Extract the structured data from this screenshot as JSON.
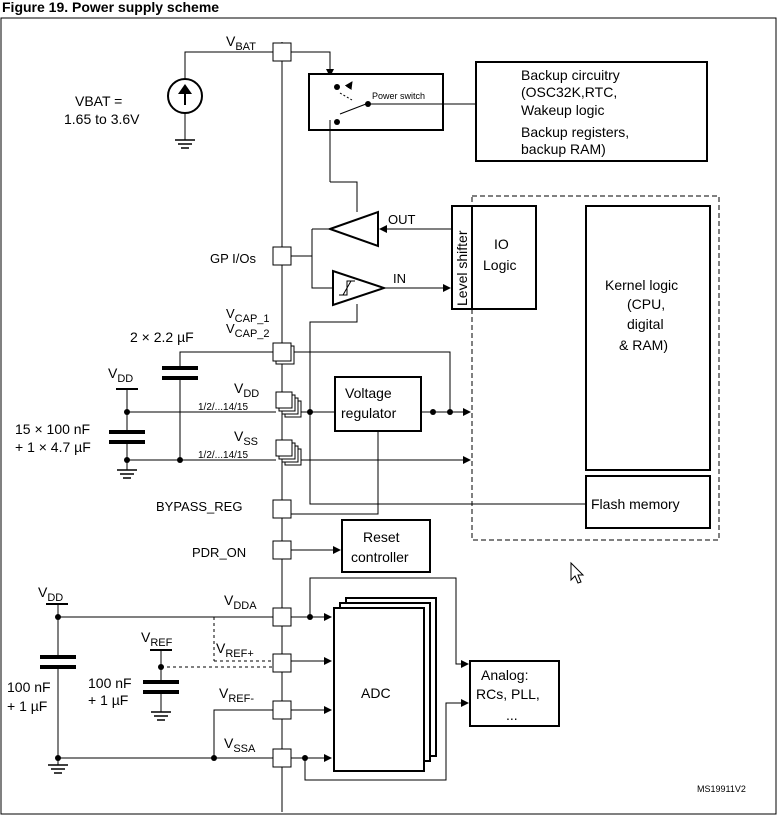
{
  "title": "Figure 19.   Power supply scheme",
  "vbat_pin": {
    "main": "V",
    "sub": "BAT"
  },
  "vbat_range": {
    "line1": "VBAT =",
    "line2": "1.65 to 3.6V"
  },
  "power_switch": "Power switch",
  "backup": {
    "l1": "Backup circuitry",
    "l2": "(OSC32K,RTC,",
    "l3": "Wakeup logic",
    "l4": "Backup registers,",
    "l5": "backup RAM)"
  },
  "out_label": "OUT",
  "in_label": "IN",
  "gp_ios": "GP I/Os",
  "level_shifter": "Level shifter",
  "io_logic": {
    "l1": "IO",
    "l2": "Logic"
  },
  "kernel": {
    "l1": "Kernel logic",
    "l2": "(CPU,",
    "l3": "digital",
    "l4": "& RAM)"
  },
  "vcap1": {
    "main": "V",
    "sub": "CAP_1"
  },
  "vcap2": {
    "main": "V",
    "sub": "CAP_2"
  },
  "cap_2x22": "2 × 2.2 µF",
  "vdd_left": {
    "main": "V",
    "sub": "DD"
  },
  "vdd_pin": {
    "main": "V",
    "sub": "DD"
  },
  "vdd_range": "1/2/...14/15",
  "vss_pin": {
    "main": "V",
    "sub": "SS"
  },
  "vss_range": "1/2/...14/15",
  "decap": {
    "l1": "15 × 100 nF",
    "l2": "+ 1 × 4.7 µF"
  },
  "voltage_regulator": {
    "l1": "Voltage",
    "l2": "regulator"
  },
  "bypass_reg": "BYPASS_REG",
  "flash_memory": "Flash memory",
  "pdr_on": "PDR_ON",
  "reset_controller": {
    "l1": "Reset",
    "l2": "controller"
  },
  "vdd_bottom": {
    "main": "V",
    "sub": "DD"
  },
  "vdda": {
    "main": "V",
    "sub": "DDA"
  },
  "vref": {
    "main": "V",
    "sub": "REF"
  },
  "vref_plus": {
    "main": "V",
    "sub": "REF+"
  },
  "vref_minus": {
    "main": "V",
    "sub": "REF-"
  },
  "vssa": {
    "main": "V",
    "sub": "SSA"
  },
  "cap_left_bottom": {
    "l1": "100 nF",
    "l2": "+ 1 µF"
  },
  "cap_vref": {
    "l1": "100 nF",
    "l2": "+ 1 µF"
  },
  "adc": "ADC",
  "analog": {
    "l1": "Analog:",
    "l2": "RCs, PLL,",
    "l3": "..."
  },
  "figure_id": "MS19911V2"
}
